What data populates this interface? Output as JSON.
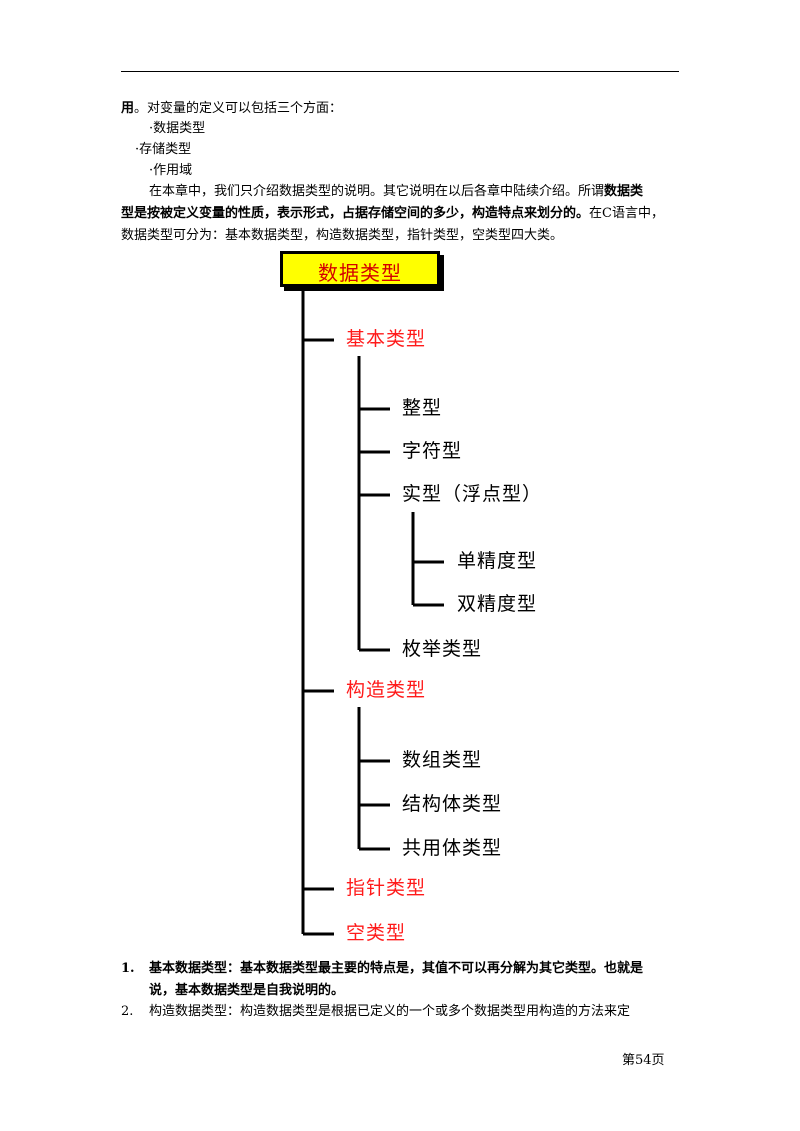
{
  "intro": {
    "line1_bold": "用",
    "line1_rest": "。对变量的定义可以包括三个方面：",
    "item1": "·数据类型",
    "item2": "·存储类型",
    "item3": "·作用域",
    "para_start": "在本章中，我们只介绍数据类型的说明。其它说明在以后各章中陆续介绍。所谓",
    "para_bold1": "数据类",
    "para_bold2": "型是按被定义变量的性质，表示形式，占据存储空间的多少，构造特点来划分的。",
    "para_end2": "在C语言中，",
    "para_line3": "数据类型可分为：基本数据类型，构造数据类型，指针类型，空类型四大类。"
  },
  "tree": {
    "root": "数据类型",
    "basic": "基本类型",
    "int": "整型",
    "char": "字符型",
    "real": "实型（浮点型）",
    "single": "单精度型",
    "double": "双精度型",
    "enum": "枚举类型",
    "construct": "构造类型",
    "array": "数组类型",
    "struct": "结构体类型",
    "union": "共用体类型",
    "pointer": "指针类型",
    "void": "空类型"
  },
  "list": [
    {
      "num": "1.",
      "line1": "基本数据类型：基本数据类型最主要的特点是，其值不可以再分解为其它类型。也就是",
      "line2": "说，基本数据类型是自我说明的。"
    },
    {
      "num": "2.",
      "line1": "构造数据类型：构造数据类型是根据已定义的一个或多个数据类型用构造的方法来定",
      "line2": ""
    }
  ],
  "footer": {
    "page": "第54页"
  },
  "colors": {
    "red": "#ff1a1a",
    "root_fill": "#ffff00"
  }
}
